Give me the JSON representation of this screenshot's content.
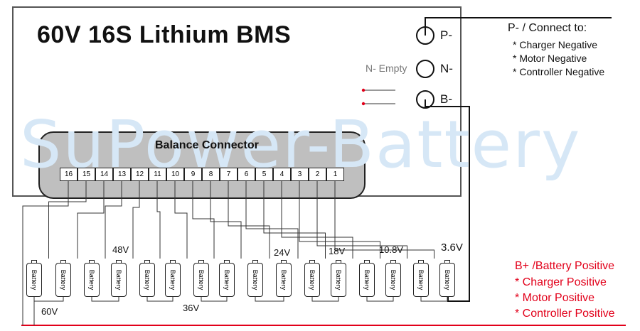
{
  "title": "60V  16S  Lithium BMS",
  "watermark": "SuPower-Battery",
  "balance_connector": {
    "label": "Balance Connector",
    "pins": [
      "16",
      "15",
      "14",
      "13",
      "12",
      "11",
      "10",
      "9",
      "8",
      "7",
      "6",
      "5",
      "4",
      "3",
      "2",
      "1"
    ]
  },
  "terminals": {
    "p": "P-",
    "n": "N-",
    "b": "B-"
  },
  "n_empty_label": "N- Empty",
  "p_notes": {
    "heading": "P- / Connect to:",
    "items": [
      "* Charger Negative",
      "* Motor Negative",
      "* Controller Negative"
    ]
  },
  "b_notes": {
    "heading": "B+ /Battery Positive",
    "items": [
      "* Charger Positive",
      "* Motor Positive",
      "* Controller Positive"
    ]
  },
  "battery_label": "Battery",
  "voltage_labels": [
    "60V",
    "48V",
    "36V",
    "24V",
    "18V",
    "10.8V",
    "3.6V"
  ],
  "colors": {
    "note_red": "#e2001a",
    "watermark": "#d6e7f6",
    "line": "#222222"
  }
}
